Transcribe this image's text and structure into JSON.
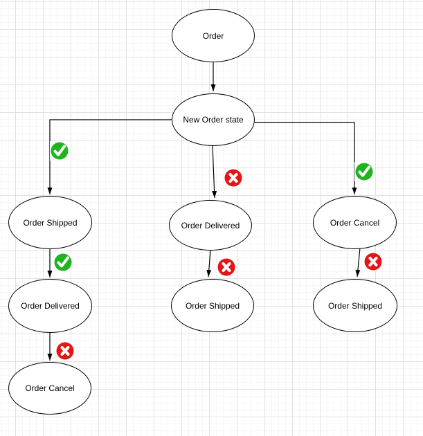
{
  "diagram": {
    "nodes": [
      {
        "id": "order",
        "label": "Order"
      },
      {
        "id": "new-order-state",
        "label": "New Order state"
      },
      {
        "id": "order-shipped-1",
        "label": "Order Shipped"
      },
      {
        "id": "order-delivered-1",
        "label": "Order Delivered"
      },
      {
        "id": "order-cancel-1",
        "label": "Order Cancel"
      },
      {
        "id": "order-delivered-2",
        "label": "Order Delivered"
      },
      {
        "id": "order-shipped-2",
        "label": "Order Shipped"
      },
      {
        "id": "order-shipped-3",
        "label": "Order Shipped"
      },
      {
        "id": "order-cancel-2",
        "label": "Order Cancel"
      }
    ],
    "edges": [
      {
        "from": "Order",
        "to": "New Order state",
        "marker": "none"
      },
      {
        "from": "New Order state",
        "to": "Order Shipped",
        "marker": "green-check"
      },
      {
        "from": "New Order state",
        "to": "Order Delivered",
        "marker": "red-x"
      },
      {
        "from": "New Order state",
        "to": "Order Cancel",
        "marker": "green-check"
      },
      {
        "from": "Order Shipped",
        "to": "Order Delivered",
        "marker": "green-check"
      },
      {
        "from": "Order Delivered",
        "to": "Order Cancel",
        "marker": "red-x"
      },
      {
        "from": "Order Delivered",
        "to": "Order Shipped",
        "marker": "red-x"
      },
      {
        "from": "Order Cancel",
        "to": "Order Shipped",
        "marker": "red-x"
      }
    ],
    "colors": {
      "valid_green": "#1eb41e",
      "invalid_red": "#e61414",
      "node_stroke": "#000000",
      "grid_major": "#e2e2e2",
      "grid_minor": "#f6f6f8",
      "canvas_bg": "#ffffff"
    }
  }
}
